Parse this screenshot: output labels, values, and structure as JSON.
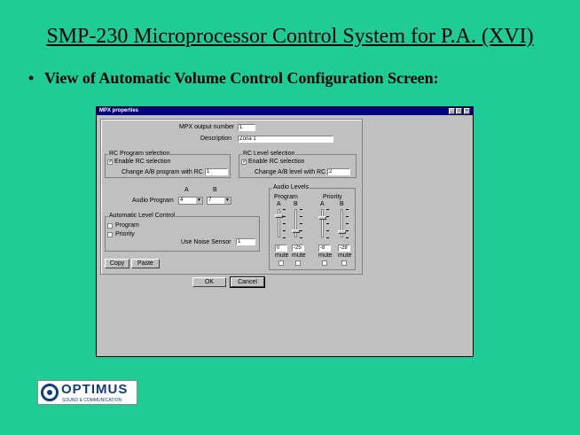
{
  "slide": {
    "title": "SMP-230 Microprocessor Control System for P.A. (XVI)",
    "bullet": "View of Automatic Volume Control Configuration Screen:",
    "bullet_glyph": "•"
  },
  "window": {
    "title": "MPX properties",
    "controls": {
      "minimize": "_",
      "maximize": "□",
      "close": "×"
    },
    "mpx_output_label": "MPX output number",
    "mpx_output_value": "1",
    "description_label": "Description",
    "description_value": "Zona 1",
    "rc_program": {
      "title": "RC Program selection",
      "enable_label": "Enable RC selection",
      "enable_mark": "✓",
      "change_label": "Change A/B program with RC",
      "change_value": "1"
    },
    "rc_level": {
      "title": "RC Level selection",
      "enable_label": "Enable RC selection",
      "enable_mark": "✓",
      "change_label": "Change A/B level with RC",
      "change_value": "2"
    },
    "audio_program": {
      "label": "Audio Program",
      "col_a": "A",
      "col_b": "B",
      "value_a": "4",
      "value_b": "7",
      "arrow": "▼"
    },
    "alc": {
      "title": "Automatic Level Control",
      "program_label": "Program",
      "priority_label": "Priority",
      "noise_label": "Use Noise Sensor",
      "noise_value": "1"
    },
    "audio_levels": {
      "title": "Audio Levels",
      "program_label": "Program",
      "priority_label": "Priority",
      "columns": [
        {
          "header": "A",
          "value": "0",
          "mute": "mute",
          "level": 0.78
        },
        {
          "header": "B",
          "value": "-25",
          "mute": "mute",
          "level": 0.17
        },
        {
          "header": "A",
          "value": "-8",
          "mute": "mute",
          "level": 0.7
        },
        {
          "header": "B",
          "value": "-28",
          "mute": "mute",
          "level": 0.13
        }
      ]
    },
    "buttons": {
      "copy": "Copy",
      "paste": "Paste",
      "ok": "OK",
      "cancel": "Cancel"
    }
  },
  "logo": {
    "name": "OPTIMUS",
    "tagline": "SOUND & COMMUNICATION"
  }
}
